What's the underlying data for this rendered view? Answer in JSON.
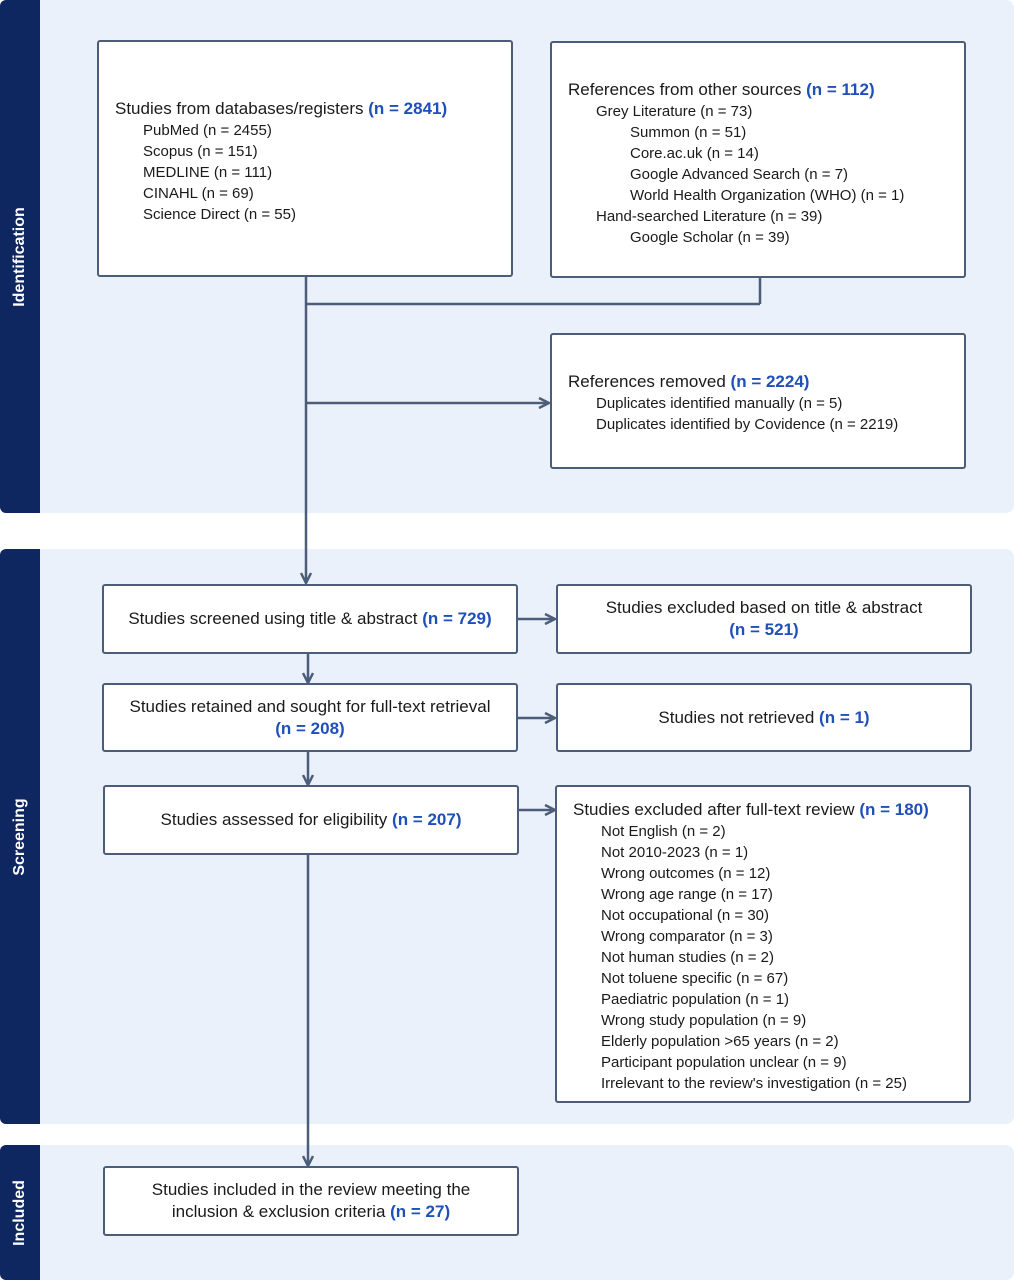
{
  "sections": {
    "identification": "Identification",
    "screening": "Screening",
    "included": "Included"
  },
  "boxes": {
    "databases": {
      "title": "Studies from databases/registers",
      "n": "(n = 2841)",
      "items": [
        "PubMed (n = 2455)",
        "Scopus (n = 151)",
        "MEDLINE (n = 111)",
        "CINAHL (n = 69)",
        "Science Direct (n = 55)"
      ]
    },
    "other_sources": {
      "title": "References from other sources",
      "n": "(n = 112)",
      "grey": "Grey Literature (n = 73)",
      "grey_items": [
        "Summon (n = 51)",
        "Core.ac.uk (n = 14)",
        "Google Advanced Search (n = 7)",
        "World Health Organization (WHO) (n = 1)"
      ],
      "hand": "Hand-searched Literature (n = 39)",
      "hand_items": [
        "Google Scholar (n = 39)"
      ]
    },
    "removed": {
      "title": "References removed",
      "n": "(n = 2224)",
      "items": [
        "Duplicates identified manually (n = 5)",
        "Duplicates identified by Covidence (n = 2219)"
      ]
    },
    "screened": {
      "title": "Studies screened using title & abstract",
      "n": "(n = 729)"
    },
    "excluded_ta": {
      "title": "Studies excluded based on title & abstract",
      "n": "(n = 521)"
    },
    "retained": {
      "title": "Studies retained and sought for full-text retrieval",
      "n": "(n = 208)"
    },
    "not_retrieved": {
      "title": "Studies not retrieved",
      "n": "(n = 1)"
    },
    "assessed": {
      "title": "Studies assessed for eligibility",
      "n": "(n = 207)"
    },
    "excluded_ft": {
      "title": "Studies excluded after full-text review",
      "n": "(n = 180)",
      "items": [
        "Not English (n = 2)",
        "Not 2010-2023 (n = 1)",
        "Wrong outcomes (n = 12)",
        "Wrong age range (n = 17)",
        "Not occupational (n = 30)",
        "Wrong comparator (n = 3)",
        "Not human studies (n = 2)",
        "Not toluene specific (n = 67)",
        "Paediatric population (n = 1)",
        "Wrong study population (n = 9)",
        "Elderly population >65 years (n = 2)",
        "Participant population unclear (n = 9)",
        "Irrelevant to the review's investigation (n = 25)"
      ]
    },
    "included": {
      "title_line1": "Studies included in the review meeting the",
      "title_line2": "inclusion & exclusion criteria",
      "n": "(n = 27)"
    }
  },
  "colors": {
    "section_tab": "#0f2760",
    "section_bg": "#ebf1fb",
    "box_border": "#4b5d78",
    "count_text": "#1f4fb8"
  }
}
